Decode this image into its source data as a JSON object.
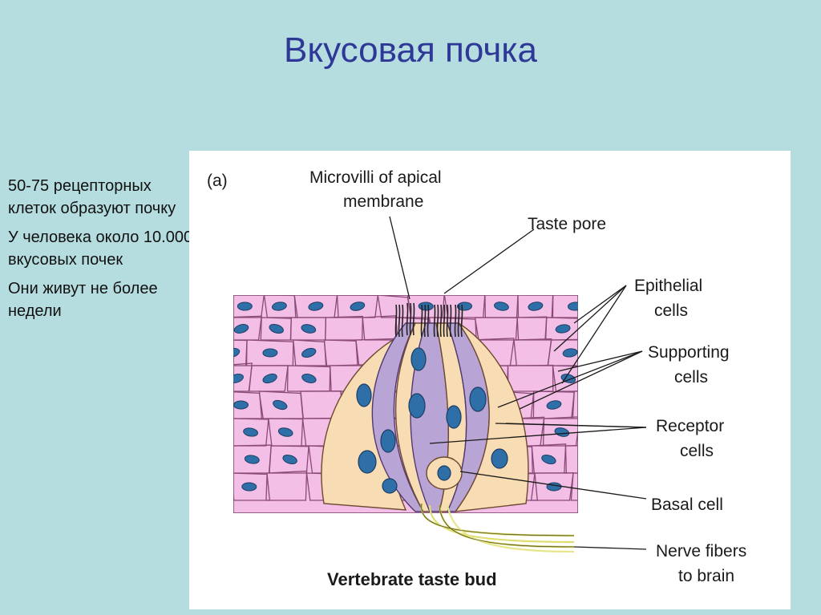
{
  "slide": {
    "title": "Вкусовая почка",
    "notes": [
      "50-75 рецепторных клеток образуют почку",
      "У человека около 10.000 вкусовых почек",
      "Они живут не более недели"
    ]
  },
  "diagram": {
    "panel_label": "(a)",
    "caption": "Vertebrate taste bud",
    "labels": {
      "microvilli_1": "Microvilli of apical",
      "microvilli_2": "membrane",
      "taste_pore": "Taste pore",
      "epithelial_1": "Epithelial",
      "epithelial_2": "cells",
      "supporting_1": "Supporting",
      "supporting_2": "cells",
      "receptor_1": "Receptor",
      "receptor_2": "cells",
      "basal": "Basal cell",
      "nerve_1": "Nerve fibers",
      "nerve_2": "to brain"
    },
    "colors": {
      "background": "#b5dde0",
      "title": "#2e3896",
      "epithelium": "#f3bfe6",
      "supporting_cell": "#f8dcb4",
      "receptor_cell": "#b9a4d6",
      "nucleus": "#2f6fa8",
      "nerve": "#d9d96a"
    }
  }
}
